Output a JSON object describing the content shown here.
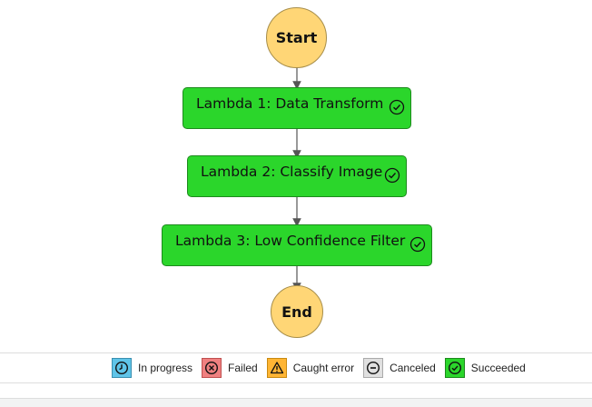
{
  "graph": {
    "start": {
      "label": "Start"
    },
    "end": {
      "label": "End"
    },
    "steps": [
      {
        "label": "Lambda 1: Data Transform",
        "status": "succeeded",
        "status_icon": "check-circle-icon"
      },
      {
        "label": "Lambda 2: Classify Image",
        "status": "succeeded",
        "status_icon": "check-circle-icon"
      },
      {
        "label": "Lambda 3: Low Confidence Filter",
        "status": "succeeded",
        "status_icon": "check-circle-icon"
      }
    ]
  },
  "legend": {
    "items": [
      {
        "label": "In progress",
        "icon": "clock-icon",
        "color": "#5fc4e8"
      },
      {
        "label": "Failed",
        "icon": "x-circle-icon",
        "color": "#f08080"
      },
      {
        "label": "Caught error",
        "icon": "warning-icon",
        "color": "#ffb534"
      },
      {
        "label": "Canceled",
        "icon": "minus-circle-icon",
        "color": "#e0e0e0"
      },
      {
        "label": "Succeeded",
        "icon": "check-circle-icon",
        "color": "#2bd62b"
      }
    ]
  },
  "colors": {
    "terminal_fill": "#ffd676",
    "task_fill": "#2bd62b",
    "connector": "#555555"
  }
}
